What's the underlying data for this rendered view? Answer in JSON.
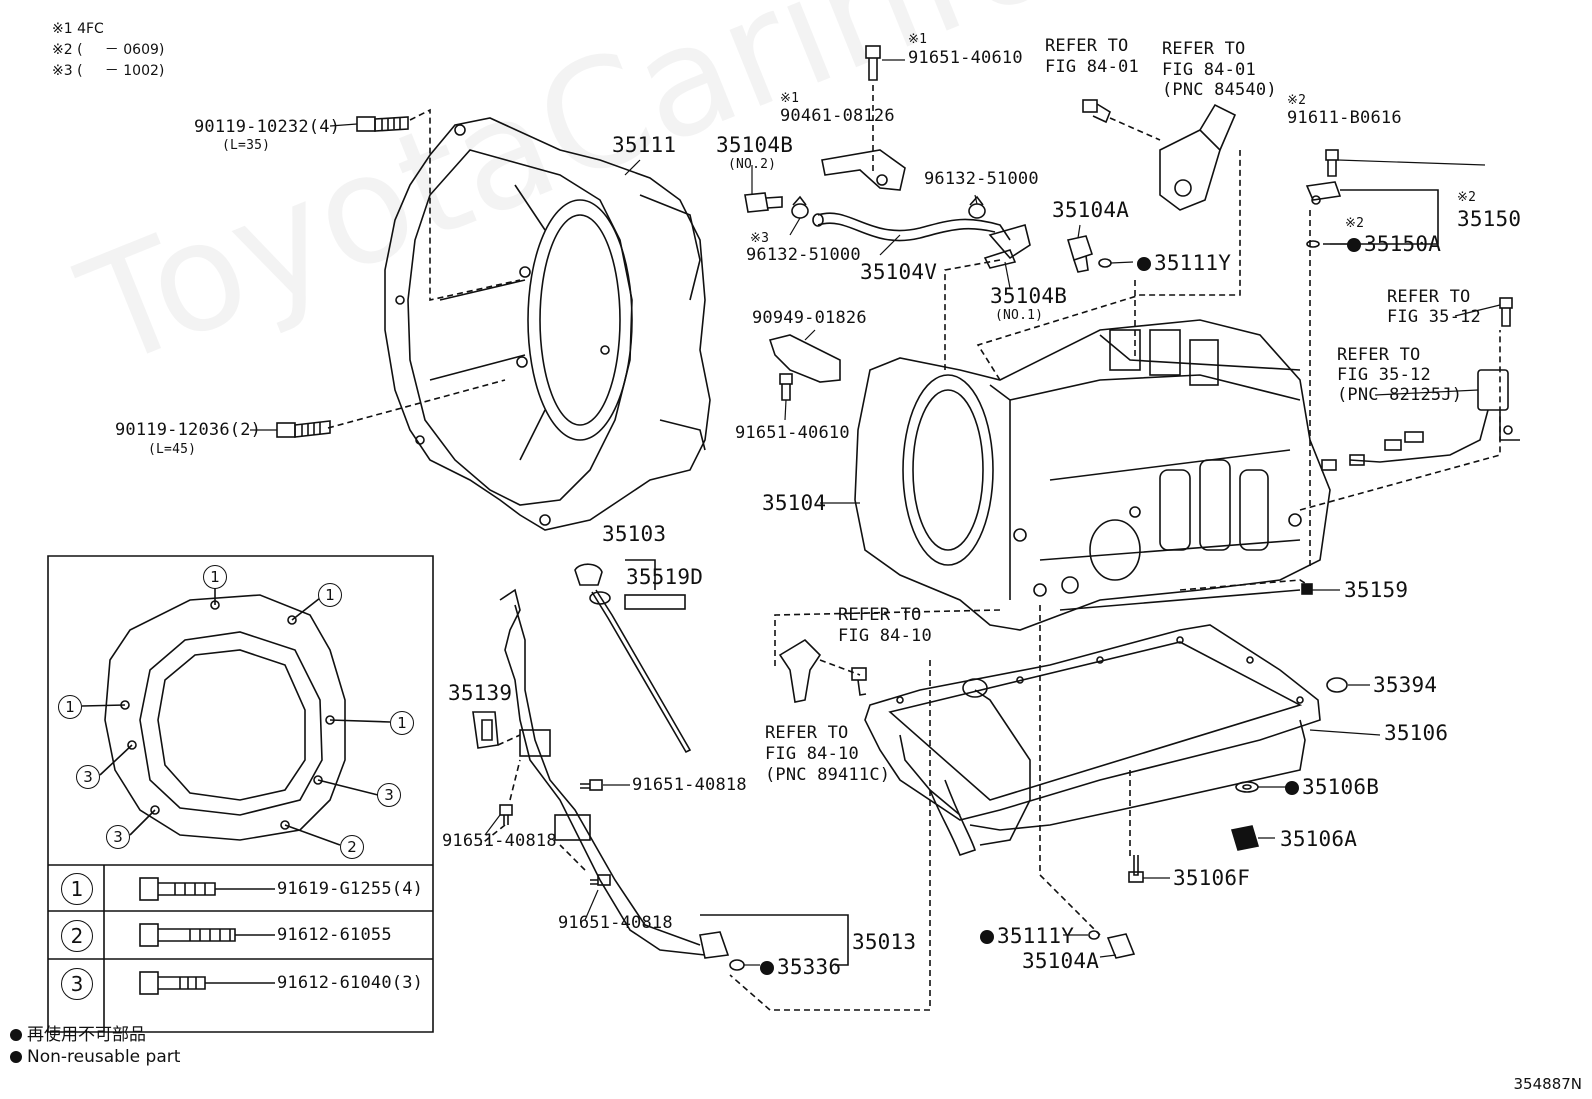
{
  "notes": {
    "n1": "※1 4FC",
    "n2": "※2 (     － 0609)",
    "n3": "※3 (     － 1002)"
  },
  "labels": {
    "bolt_90119_10232": "90119-10232(4)",
    "len_35": "(L=35)",
    "bolt_90119_12036": "90119-12036(2)",
    "len_45": "(L=45)",
    "p35111": "35111",
    "p35104B_no2": "35104B",
    "no2": "(NO.2)",
    "star3_a": "※3",
    "p96132_51000_a": "96132-51000",
    "star1_a": "※1",
    "p90461_08126": "90461-08126",
    "star1_b": "※1",
    "p91651_40610_top": "91651-40610",
    "p96132_51000_b": "96132-51000",
    "p35104V": "35104V",
    "p35104B_no1": "35104B",
    "no1": "(NO.1)",
    "p35104A_top": "35104A",
    "p35111Y_top": "35111Y",
    "refer_fig8401_a1": "REFER TO",
    "refer_fig8401_a2": "FIG 84-01",
    "refer_fig8401_b1": "REFER TO",
    "refer_fig8401_b2": "FIG 84-01",
    "refer_fig8401_b3": "(PNC 84540)",
    "star2_a": "※2",
    "p91611_B0616": "91611-B0616",
    "star2_b": "※2",
    "p35150": "35150",
    "star2_c": "※2",
    "p35150A": "35150A",
    "refer_fig3512_a1": "REFER TO",
    "refer_fig3512_a2": "FIG 35-12",
    "refer_fig3512_b1": "REFER TO",
    "refer_fig3512_b2": "FIG 35-12",
    "refer_fig3512_b3": "(PNC 82125J)",
    "p90949_01826": "90949-01826",
    "p91651_40610_mid": "91651-40610",
    "p35104": "35104",
    "p35103": "35103",
    "p35519D": "35519D",
    "p35159": "35159",
    "refer_fig8410_a1": "REFER TO",
    "refer_fig8410_a2": "FIG 84-10",
    "refer_fig8410_b1": "REFER TO",
    "refer_fig8410_b2": "FIG 84-10",
    "refer_fig8410_b3": "(PNC 89411C)",
    "p35139": "35139",
    "p91651_40818_a": "91651-40818",
    "p91651_40818_b": "91651-40818",
    "p91651_40818_c": "91651-40818",
    "p35394": "35394",
    "p35106": "35106",
    "p35106B": "35106B",
    "p35106A": "35106A",
    "p35106F": "35106F",
    "p35013": "35013",
    "p35336": "35336",
    "p35111Y_bottom": "35111Y",
    "p35104A_bottom": "35104A"
  },
  "inset": {
    "circle_1": "1",
    "circle_2": "2",
    "circle_3": "3",
    "rows": [
      {
        "num": "1",
        "part": "91619-G1255(4)"
      },
      {
        "num": "2",
        "part": "91612-61055"
      },
      {
        "num": "3",
        "part": "91612-61040(3)"
      }
    ]
  },
  "legend": {
    "jp": "再使用不可部品",
    "en": "Non-reusable part"
  },
  "watermark": "ToyotaCarinfo.ru",
  "figure_id": "354887N"
}
